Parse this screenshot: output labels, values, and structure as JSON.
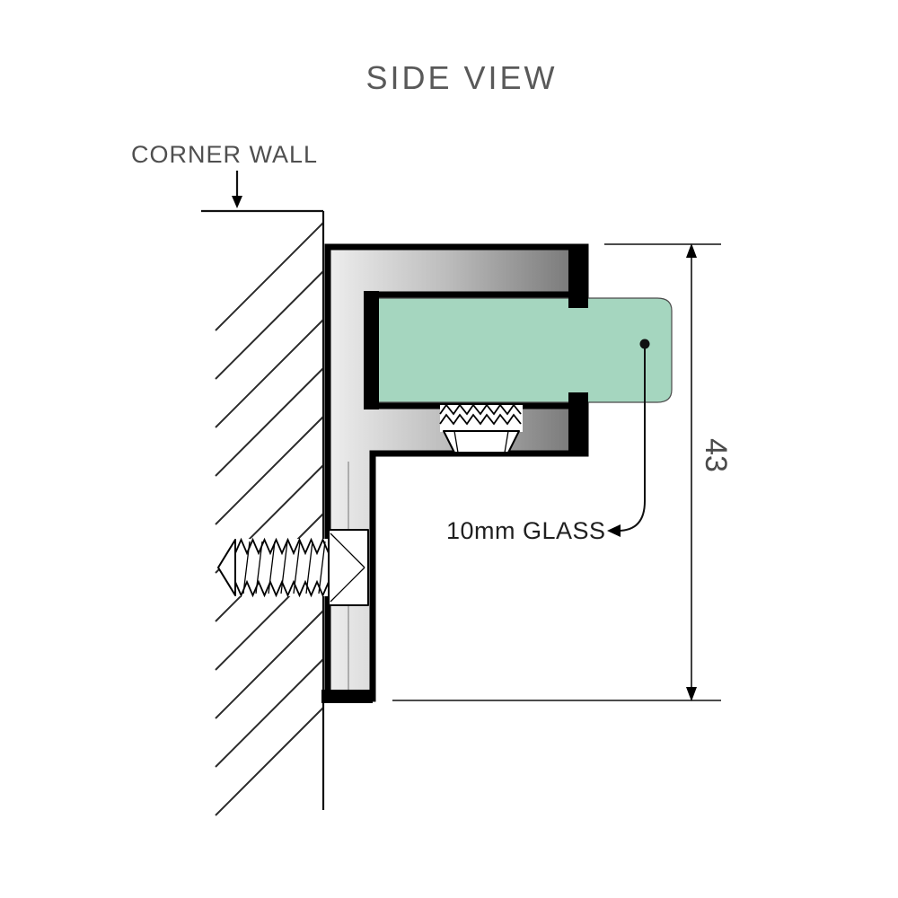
{
  "title": "SIDE VIEW",
  "annotations": {
    "wall_label": "CORNER WALL",
    "glass_label": "10mm GLASS",
    "dimension_value": "43"
  },
  "colors": {
    "text_gray": "#595959",
    "text_dark": "#1f1f1f",
    "glass_green": "#A5D6BF",
    "bracket_light": "#EFEFEF",
    "bracket_mid": "#BDBDBD",
    "bracket_dark": "#6F6F6F",
    "outline_black": "#000000"
  }
}
